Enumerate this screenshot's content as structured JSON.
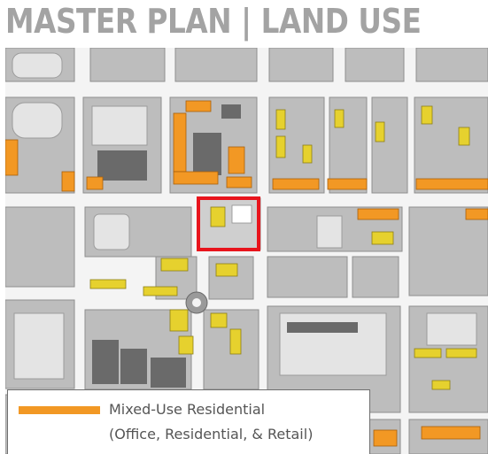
{
  "title": "MASTER PLAN | LAND USE",
  "legend": {
    "swatch_color": "#f29824",
    "label_line1": "Mixed-Use Residential",
    "label_line2": "(Office, Residential, & Retail)"
  },
  "colors": {
    "title": "#a3a3a3",
    "mixed_use": "#f29824",
    "highlight_site": "#e8141c",
    "secondary_use": "#e6d12e",
    "street": "#fafafa",
    "block": "#b9b9b9"
  }
}
